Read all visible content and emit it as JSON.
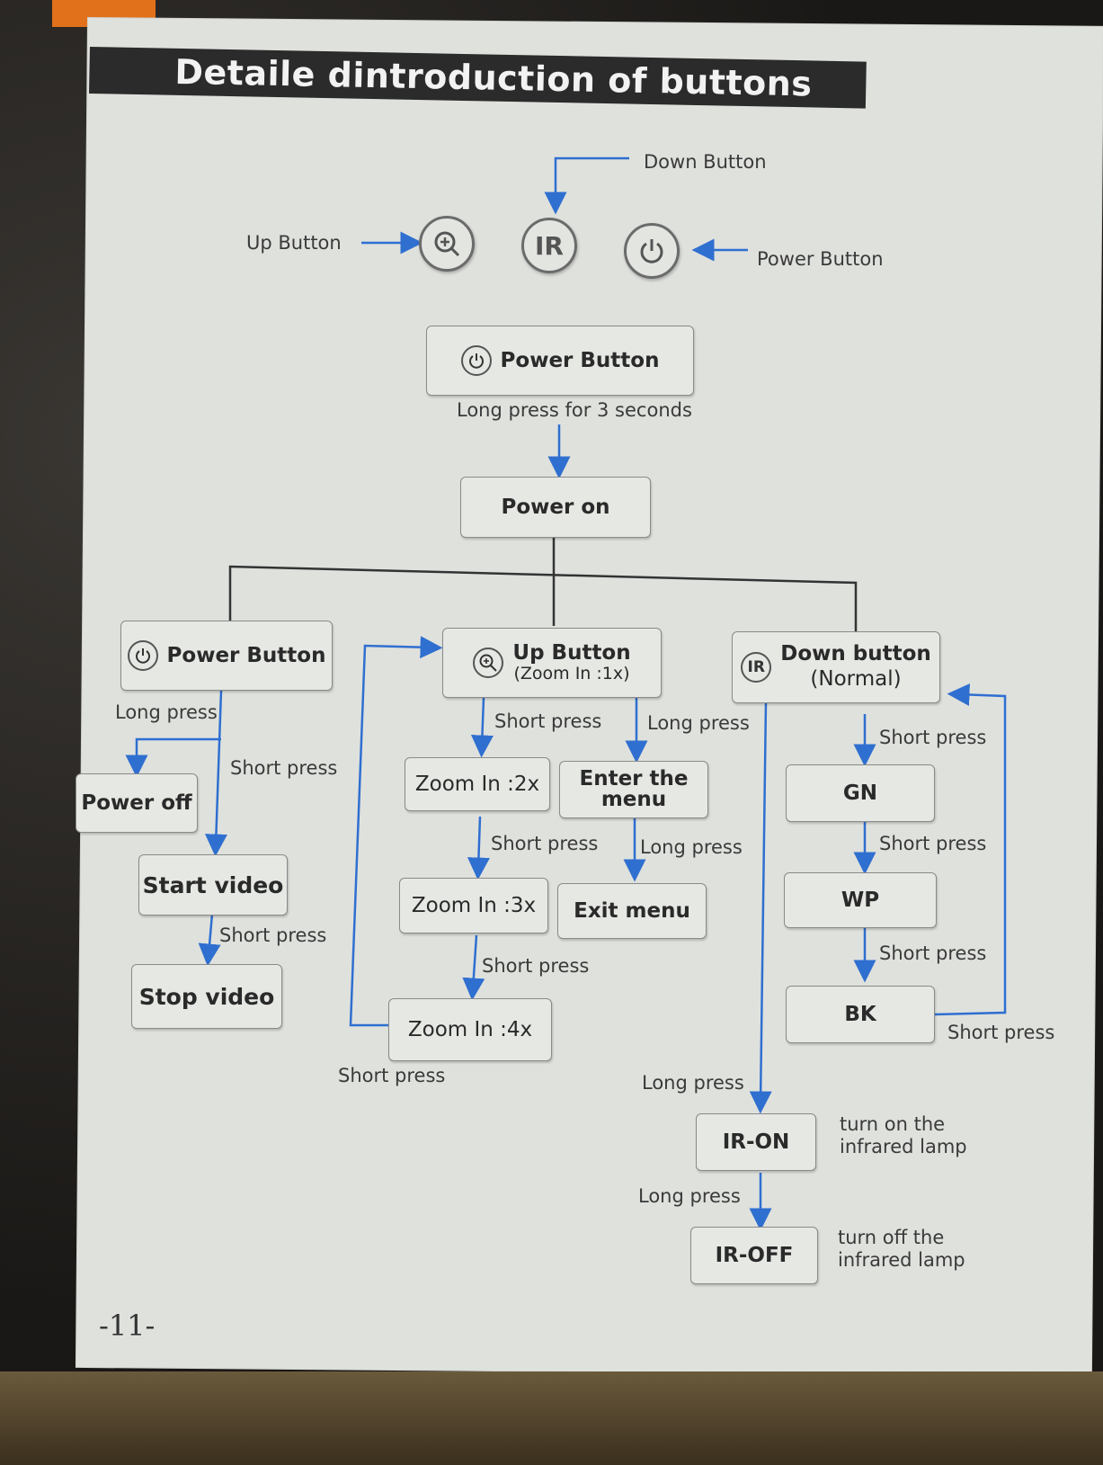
{
  "title": "Detaile dintroduction of buttons",
  "device_buttons": {
    "up_label": "Up Button",
    "down_label": "Down Button",
    "power_label": "Power Button",
    "ir_text": "IR"
  },
  "power_box": {
    "label": "Power Button",
    "note": "Long press for 3 seconds"
  },
  "power_on": "Power on",
  "left_branch": {
    "header": "Power Button",
    "long_press": "Long press",
    "short_press_1": "Short press",
    "power_off": "Power off",
    "start_video": "Start video",
    "short_press_2": "Short press",
    "stop_video": "Stop video"
  },
  "middle_branch": {
    "header_title": "Up Button",
    "header_sub": "(Zoom In :1x)",
    "short_press_1": "Short press",
    "long_press_1": "Long press",
    "zoom2": "Zoom In :2x",
    "enter_menu": "Enter the menu",
    "short_press_2": "Short press",
    "long_press_2": "Long press",
    "zoom3": "Zoom In :3x",
    "exit_menu": "Exit menu",
    "short_press_3": "Short press",
    "zoom4": "Zoom In :4x",
    "short_press_loop": "Short press"
  },
  "right_branch": {
    "header_title": "Down button",
    "header_sub": "(Normal)",
    "ir_text": "IR",
    "short_press_1": "Short press",
    "gn": "GN",
    "short_press_2": "Short press",
    "wp": "WP",
    "short_press_3": "Short press",
    "bk": "BK",
    "short_press_loop": "Short press",
    "long_press_1": "Long press",
    "ir_on": "IR-ON",
    "ir_on_note": "turn on the infrared lamp",
    "long_press_2": "Long press",
    "ir_off": "IR-OFF",
    "ir_off_note": "turn off the infrared lamp"
  },
  "page_number": "-11-",
  "colors": {
    "arrow_blue": "#2f6fd0",
    "line_dark": "#333333",
    "page": "#dfe1dd",
    "title_bar": "#2b2b2b"
  }
}
